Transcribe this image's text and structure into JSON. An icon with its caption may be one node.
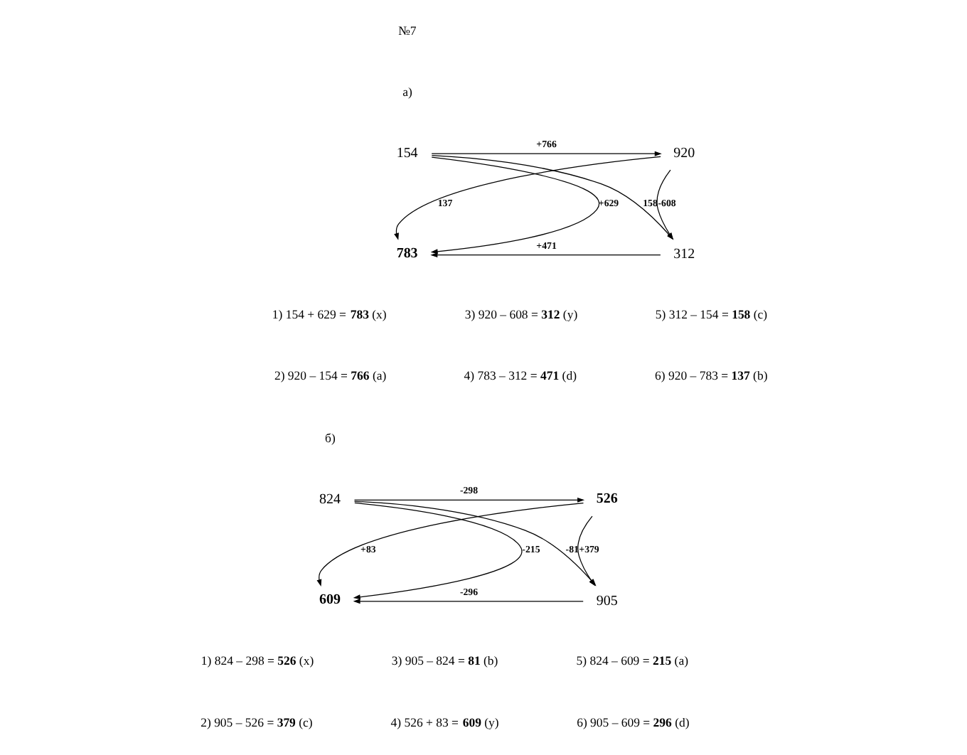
{
  "diagram": {
    "nodes": [
      {
        "text": [
          "154"
        ]
      },
      {
        "text": [
          "920"
        ]
      },
      {
        "text": [
          "783"
        ]
      },
      {
        "text": [
          "312"
        ]
      },
      {
        "text": [
          "824"
        ]
      },
      {
        "text": [
          "526"
        ]
      },
      {
        "text": [
          "609"
        ]
      },
      {
        "text": [
          "905"
        ]
      }
    ],
    "edges": [
      {
        "from": 0,
        "to": 1,
        "arrow": "to",
        "label": "+766"
      },
      {
        "from": 0,
        "to": 2,
        "arrow": "to",
        "label": "+629"
      },
      {
        "from": 1,
        "to": 2,
        "arrow": "to",
        "label": "137"
      },
      {
        "from": 0,
        "to": 3,
        "arrow": "to",
        "label": "158"
      },
      {
        "from": 1,
        "to": 3,
        "arrow": "to",
        "label": "-608"
      },
      {
        "from": 3,
        "to": 2,
        "arrow": "to",
        "label": "+471"
      },
      {
        "from": 4,
        "to": 5,
        "arrow": "to",
        "label": "-298"
      },
      {
        "from": 4,
        "to": 6,
        "arrow": "to",
        "label": "-215"
      },
      {
        "from": 5,
        "to": 6,
        "arrow": "to",
        "label": "+83"
      },
      {
        "from": 4,
        "to": 7,
        "arrow": "to",
        "label": "-81"
      },
      {
        "from": 5,
        "to": 7,
        "arrow": "to",
        "label": "+379"
      },
      {
        "from": 7,
        "to": 6,
        "arrow": "to",
        "label": "-296"
      }
    ],
    "labels": [
      "№7",
      "а)",
      "1) 154 + 629 = **783** (x)",
      "3) 920 – 608 = **312** (y)",
      "5) 312 – 154 = **158** (c)",
      "2) 920 – 154 = **766** (a)",
      "4) 783 – 312 = **471** (d)",
      "6) 920 – 783 = **137** (b)",
      "б)",
      "1) 824 – 298 = **526** (x)",
      "3) 905 – 824 = **81** (b)",
      "5) 824 – 609 = **215** (a)",
      "2) 905 – 526 = **379** (c)",
      "4) 526 + 83 = **609** (y)",
      "6) 905 – 609 = **296** (d)"
    ]
  }
}
